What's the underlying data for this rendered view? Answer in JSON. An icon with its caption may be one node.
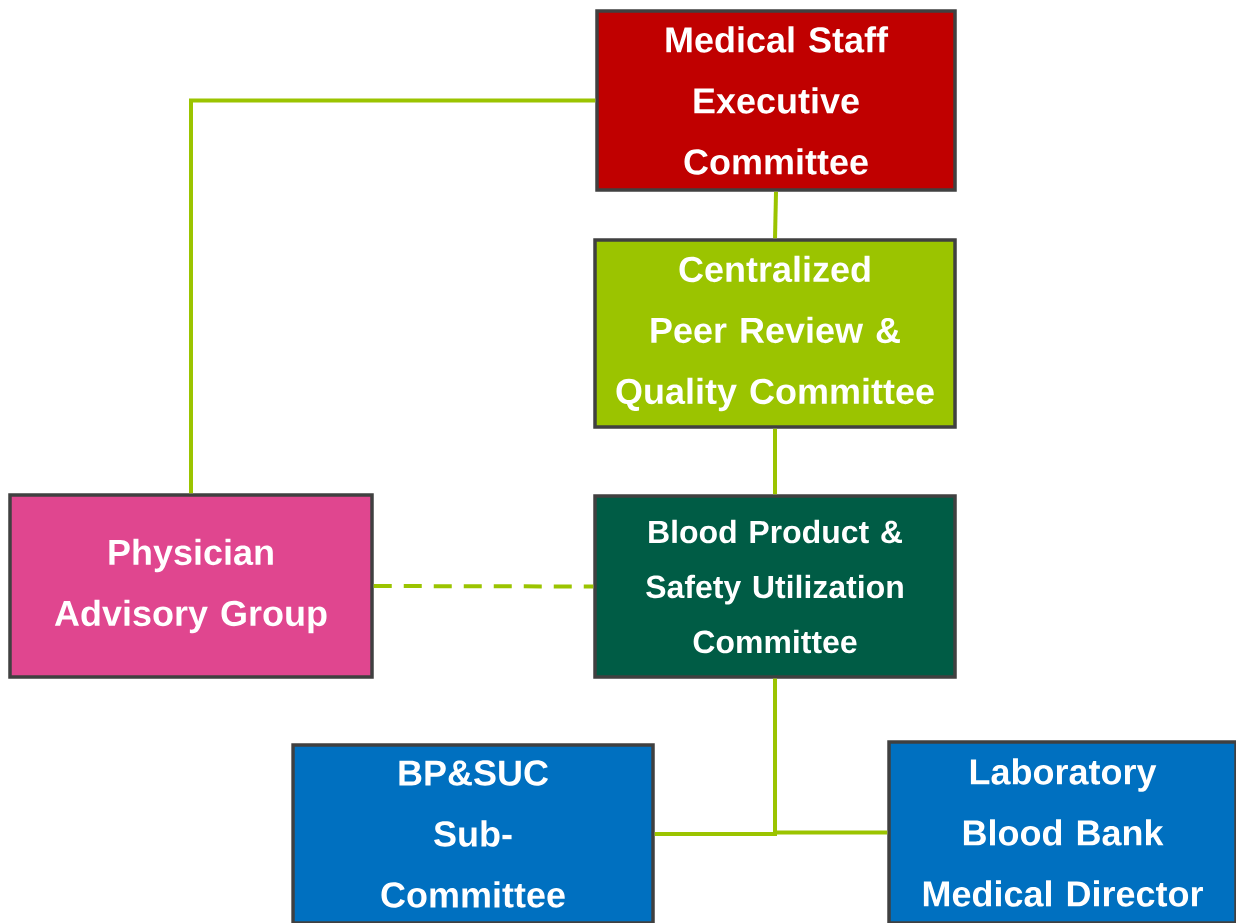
{
  "diagram": {
    "nodes": [
      {
        "text": [
          "Medical Staff Executive Committee"
        ]
      },
      {
        "text": [
          "Centralized Peer Review & Quality Committee"
        ]
      },
      {
        "text": [
          "Physician Advisory Group"
        ]
      },
      {
        "text": [
          "Blood Product & Safety Utilization Committee"
        ]
      },
      {
        "text": [
          "BP&SUC Sub-Committee"
        ]
      },
      {
        "text": [
          "Laboratory Blood Bank Medical Director"
        ]
      }
    ],
    "edges": [
      {
        "from": 0,
        "to": 1,
        "arrow": "none"
      },
      {
        "from": 1,
        "to": 3,
        "arrow": "none"
      },
      {
        "from": 0,
        "to": 2,
        "arrow": "none"
      },
      {
        "from": 2,
        "to": 3,
        "arrow": "none",
        "style": "dashed"
      },
      {
        "from": 3,
        "to": 4,
        "arrow": "none"
      },
      {
        "from": 3,
        "to": 5,
        "arrow": "none"
      }
    ]
  }
}
